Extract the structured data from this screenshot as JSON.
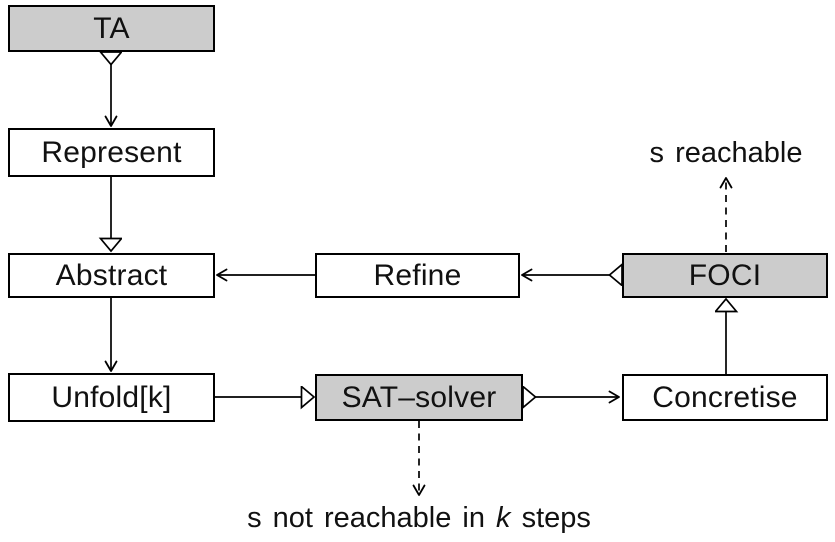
{
  "boxes": {
    "ta": {
      "label": "TA",
      "fill": "gray"
    },
    "represent": {
      "label": "Represent",
      "fill": "white"
    },
    "abstract": {
      "label": "Abstract",
      "fill": "white"
    },
    "unfold_k": {
      "label": "Unfold[k]",
      "fill": "white"
    },
    "refine": {
      "label": "Refine",
      "fill": "white"
    },
    "sat_solver": {
      "label": "SAT–solver",
      "fill": "gray"
    },
    "foci": {
      "label": "FOCI",
      "fill": "gray"
    },
    "concretise": {
      "label": "Concretise",
      "fill": "white"
    }
  },
  "annotations": {
    "s_reachable": "s reachable",
    "s_not_reachable": {
      "prefix": "s not reachable in ",
      "italic_var": "k",
      "suffix": " steps"
    }
  },
  "edges": [
    {
      "from": "TA",
      "to": "Represent",
      "style": "solid",
      "tail": "open-triangle",
      "head": "arrow"
    },
    {
      "from": "Represent",
      "to": "Abstract",
      "style": "solid",
      "tail": "none",
      "head": "open-triangle"
    },
    {
      "from": "Abstract",
      "to": "Unfold[k]",
      "style": "solid",
      "tail": "none",
      "head": "arrow"
    },
    {
      "from": "Refine",
      "to": "Abstract",
      "style": "solid",
      "tail": "none",
      "head": "arrow"
    },
    {
      "from": "FOCI",
      "to": "Refine",
      "style": "solid",
      "tail": "open-triangle",
      "head": "arrow"
    },
    {
      "from": "Unfold[k]",
      "to": "SAT–solver",
      "style": "solid",
      "tail": "none",
      "head": "open-triangle"
    },
    {
      "from": "SAT–solver",
      "to": "Concretise",
      "style": "solid",
      "tail": "open-triangle",
      "head": "arrow"
    },
    {
      "from": "Concretise",
      "to": "FOCI",
      "style": "solid",
      "tail": "none",
      "head": "open-triangle"
    },
    {
      "from": "FOCI",
      "to": "s reachable",
      "style": "dashed",
      "tail": "none",
      "head": "arrow"
    },
    {
      "from": "SAT–solver",
      "to": "s not reachable in k steps",
      "style": "dashed",
      "tail": "none",
      "head": "arrow"
    }
  ],
  "colors": {
    "gray_fill": "#cccccc",
    "white_fill": "#ffffff",
    "stroke": "#000000",
    "background": "#ffffff"
  }
}
